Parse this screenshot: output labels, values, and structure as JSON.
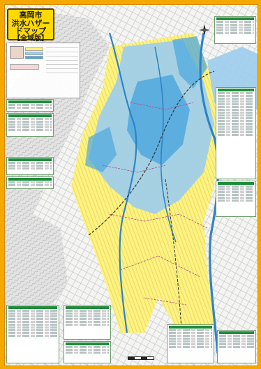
{
  "title": {
    "city": "高岡市",
    "line2": "洪水ハザードマップ",
    "line3": "【全域版】"
  },
  "colors": {
    "frame": "#f5a800",
    "flood_shallow": "#fff27a",
    "flood_medium": "#9ccdee",
    "flood_deep": "#4fa8de",
    "river": "#2f83c5",
    "panel_header": "#1e8c3a"
  },
  "icons": [
    "compass-icon",
    "scale-bar"
  ]
}
